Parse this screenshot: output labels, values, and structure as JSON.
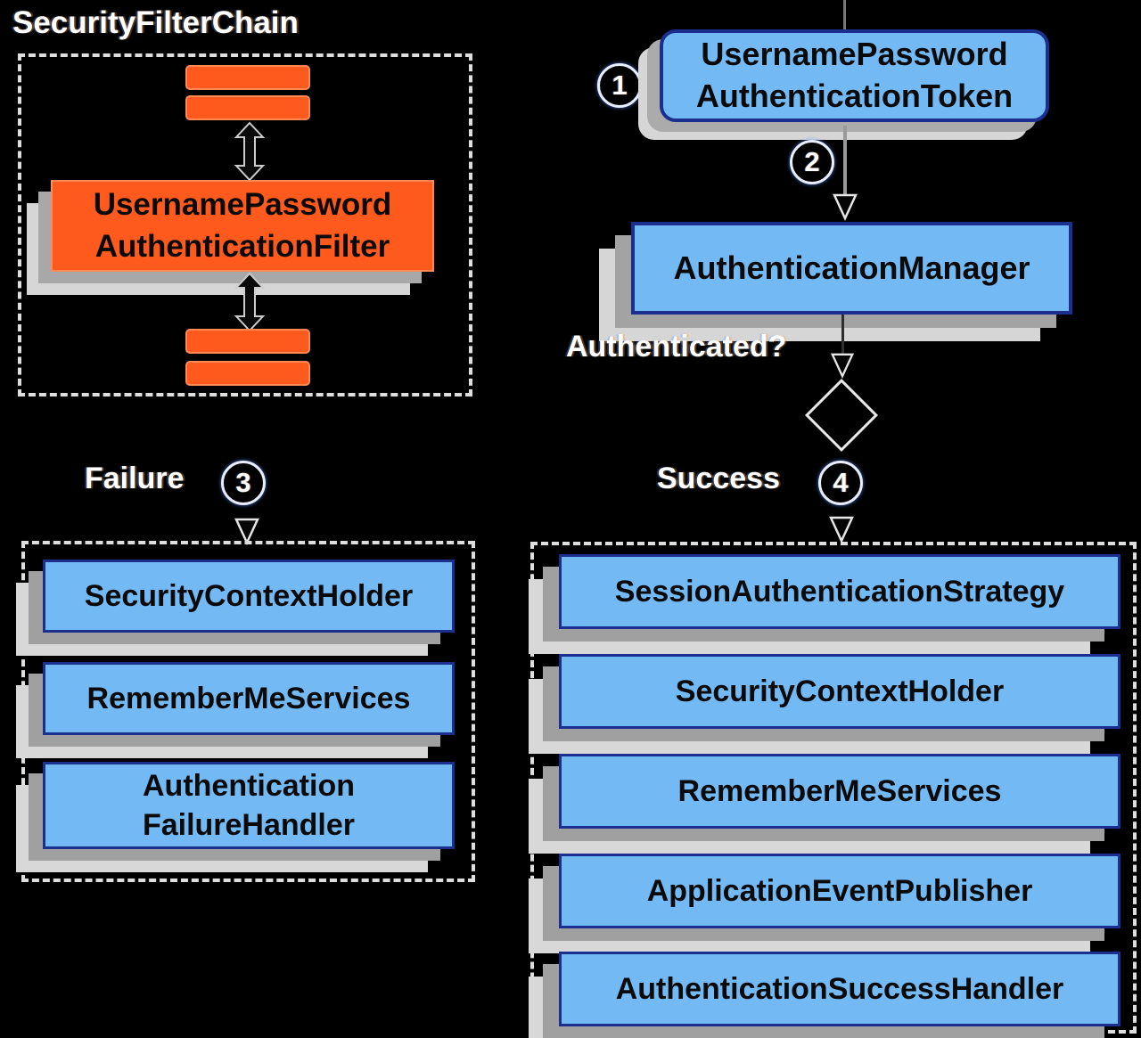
{
  "chain": {
    "title": "SecurityFilterChain",
    "filter_box": {
      "line1": "UsernamePassword",
      "line2": "AuthenticationFilter"
    }
  },
  "flow": {
    "step1": {
      "number": "1"
    },
    "token_box": {
      "line1": "UsernamePassword",
      "line2": "AuthenticationToken"
    },
    "step2": {
      "number": "2"
    },
    "manager_box": {
      "label": "AuthenticationManager"
    },
    "decision": {
      "label": "Authenticated?"
    },
    "failure": {
      "label": "Failure",
      "number": "3",
      "boxes": [
        "SecurityContextHolder",
        "RememberMeServices",
        [
          "Authentication",
          "FailureHandler"
        ]
      ]
    },
    "success": {
      "label": "Success",
      "number": "4",
      "boxes": [
        "SessionAuthenticationStrategy",
        "SecurityContextHolder",
        "RememberMeServices",
        "ApplicationEventPublisher",
        "AuthenticationSuccessHandler"
      ]
    }
  },
  "colors": {
    "background": "#000000",
    "orange_fill": "#FF5A1D",
    "orange_border": "#FF8A55",
    "blue_fill": "#73BAF5",
    "blue_border": "#1B2F8E",
    "shadow_gray": "#A0A0A0",
    "shadow_light": "#D8D8D8",
    "dash_border": "#DEDEDE",
    "label_text": "#FFFFFF"
  }
}
